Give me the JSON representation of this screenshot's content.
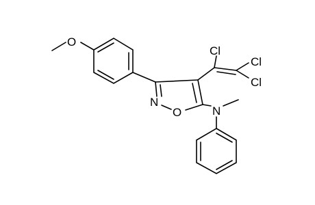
{
  "structure": {
    "atoms": {
      "methoxy_oxygen": "O",
      "cl_vinyl": "Cl",
      "cl_terminal_upper": "Cl",
      "cl_terminal_lower": "Cl",
      "ring_nitrogen": "N",
      "ring_oxygen": "O",
      "amine_nitrogen": "N"
    }
  },
  "colors": {
    "bond": "#000000",
    "label": "#000000",
    "background": "#ffffff"
  }
}
